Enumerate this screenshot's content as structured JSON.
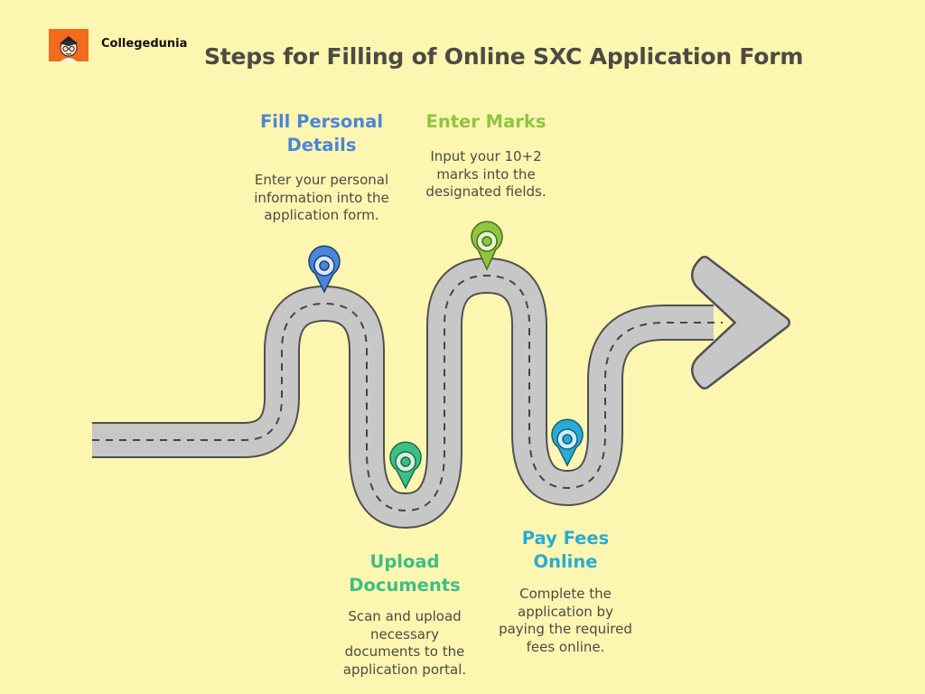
{
  "brand": {
    "name": "Collegedunia",
    "logo_icon": "student-avatar-icon"
  },
  "title": "Steps for Filling of Online SXC Application Form",
  "steps": [
    {
      "title": "Fill Personal\nDetails",
      "description": "Enter your personal\ninformation into the\napplication form.",
      "color": "#4a86d8"
    },
    {
      "title": "Upload\nDocuments",
      "description": "Scan and upload\nnecessary\ndocuments to the\napplication portal.",
      "color": "#3cbf86"
    },
    {
      "title": "Enter Marks",
      "description": "Input your 10+2\nmarks into the\ndesignated fields.",
      "color": "#8ec63f"
    },
    {
      "title": "Pay Fees\nOnline",
      "description": "Complete the\napplication by\npaying the required\nfees online.",
      "color": "#29abd4"
    }
  ]
}
